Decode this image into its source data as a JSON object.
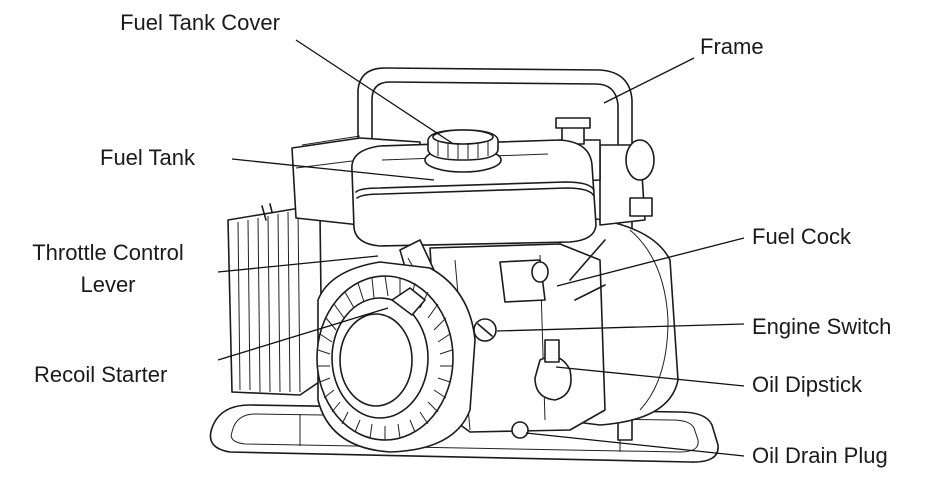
{
  "labels": {
    "fuel_tank_cover": "Fuel Tank Cover",
    "frame": "Frame",
    "fuel_tank": "Fuel Tank",
    "throttle_control_lever_line1": "Throttle Control",
    "throttle_control_lever_line2": "Lever",
    "fuel_cock": "Fuel Cock",
    "recoil_starter": "Recoil Starter",
    "engine_switch": "Engine Switch",
    "oil_dipstick": "Oil Dipstick",
    "oil_drain_plug": "Oil Drain Plug"
  },
  "colors": {
    "line": "#111111",
    "text": "#1a1a1a",
    "background": "#ffffff"
  }
}
